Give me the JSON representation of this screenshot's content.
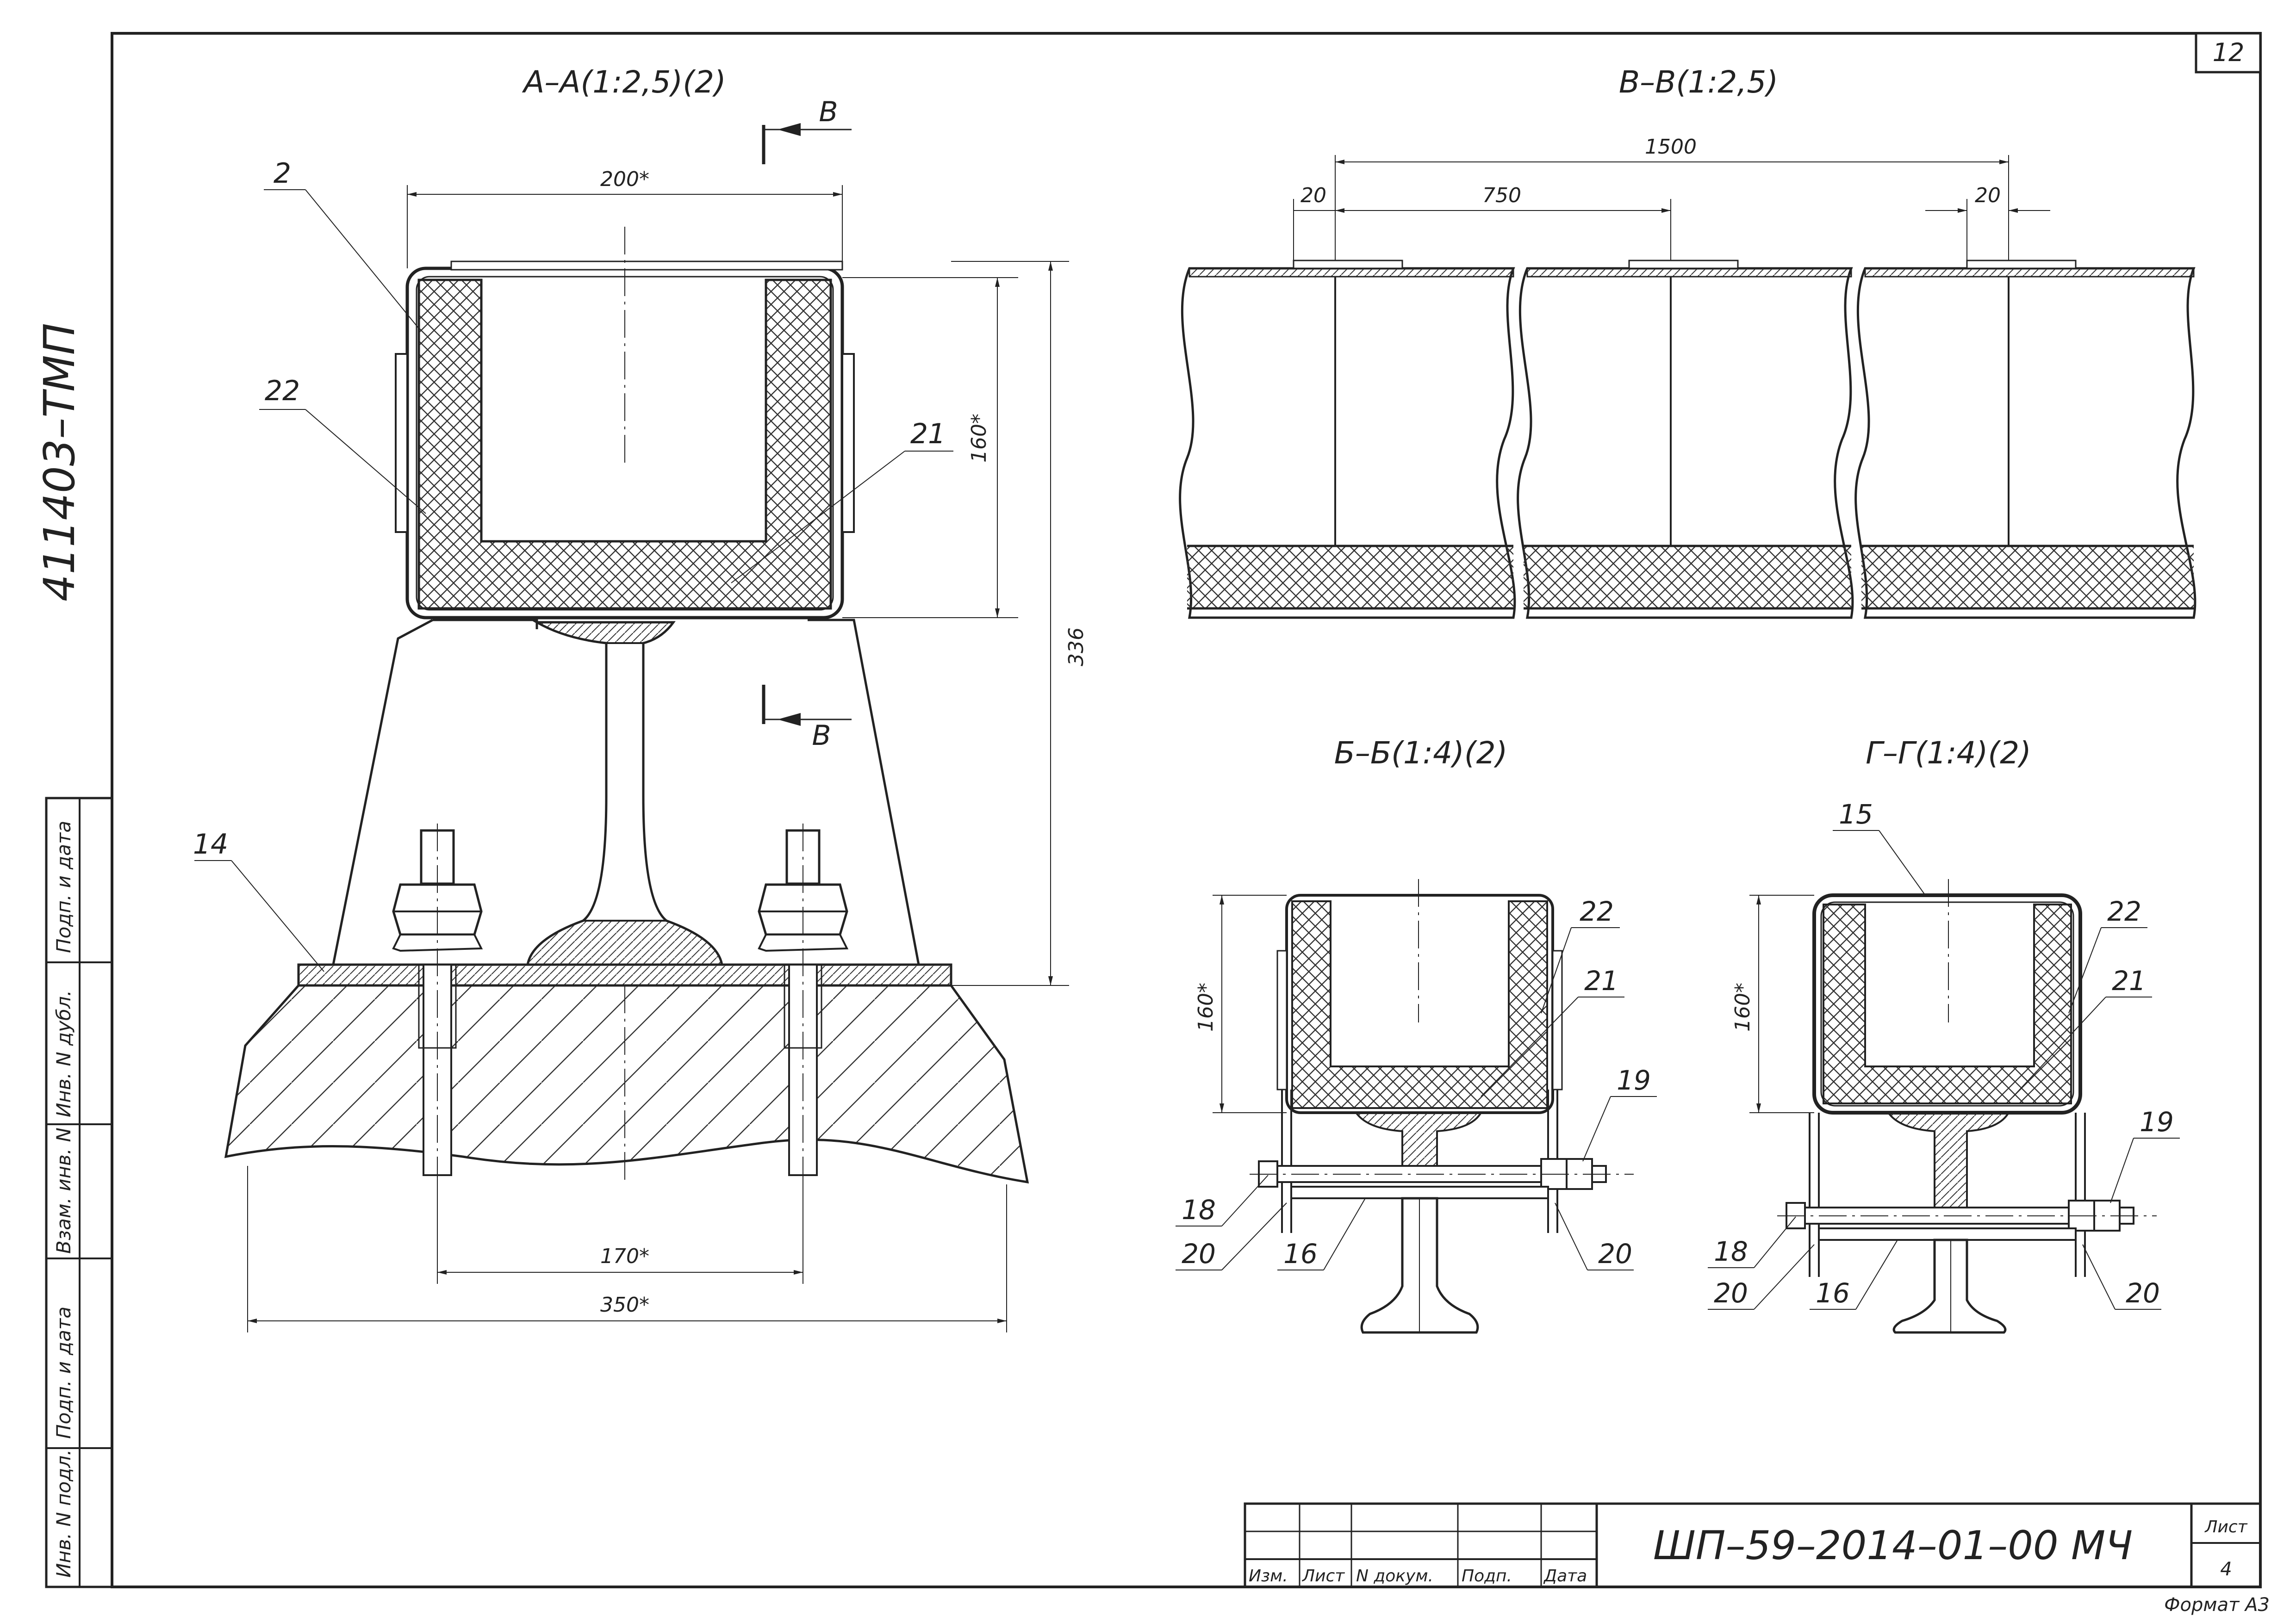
{
  "sheet": {
    "number": "12",
    "side_code": "411403–ТМП",
    "format_label": "Формат  А3"
  },
  "side_stamp": {
    "cells": [
      "Подп. и дата",
      "Инв. N дубл.",
      "Взам. инв. N",
      "Подп. и дата",
      "Инв. N подл."
    ]
  },
  "title_block": {
    "designation": "ШП–59–2014–01–00  МЧ",
    "headers": [
      "Изм.",
      "Лист",
      "N докум.",
      "Подп.",
      "Дата"
    ],
    "sheet_label": "Лист",
    "sheet_value": "4"
  },
  "views": {
    "aa": {
      "title": "А–А(1:2,5)(2)",
      "cut_label_top": "В",
      "cut_label_bottom": "В",
      "dim_width": "200*",
      "dim_height": "160*",
      "dim_total": "336",
      "dim_bolts": "170*",
      "dim_base": "350*",
      "callouts": [
        "2",
        "22",
        "21",
        "14"
      ]
    },
    "vv": {
      "title": "В–В(1:2,5)",
      "dim_total": "1500",
      "dim_span": "750",
      "dim_left": "20",
      "dim_right": "20"
    },
    "bb": {
      "title": "Б–Б(1:4)(2)",
      "dim_height": "160*",
      "callouts": [
        "22",
        "21",
        "19",
        "18",
        "20",
        "16",
        "20"
      ]
    },
    "gg": {
      "title": "Г–Г(1:4)(2)",
      "dim_height": "160*",
      "callouts": [
        "15",
        "22",
        "21",
        "19",
        "18",
        "20",
        "16",
        "20"
      ]
    }
  }
}
